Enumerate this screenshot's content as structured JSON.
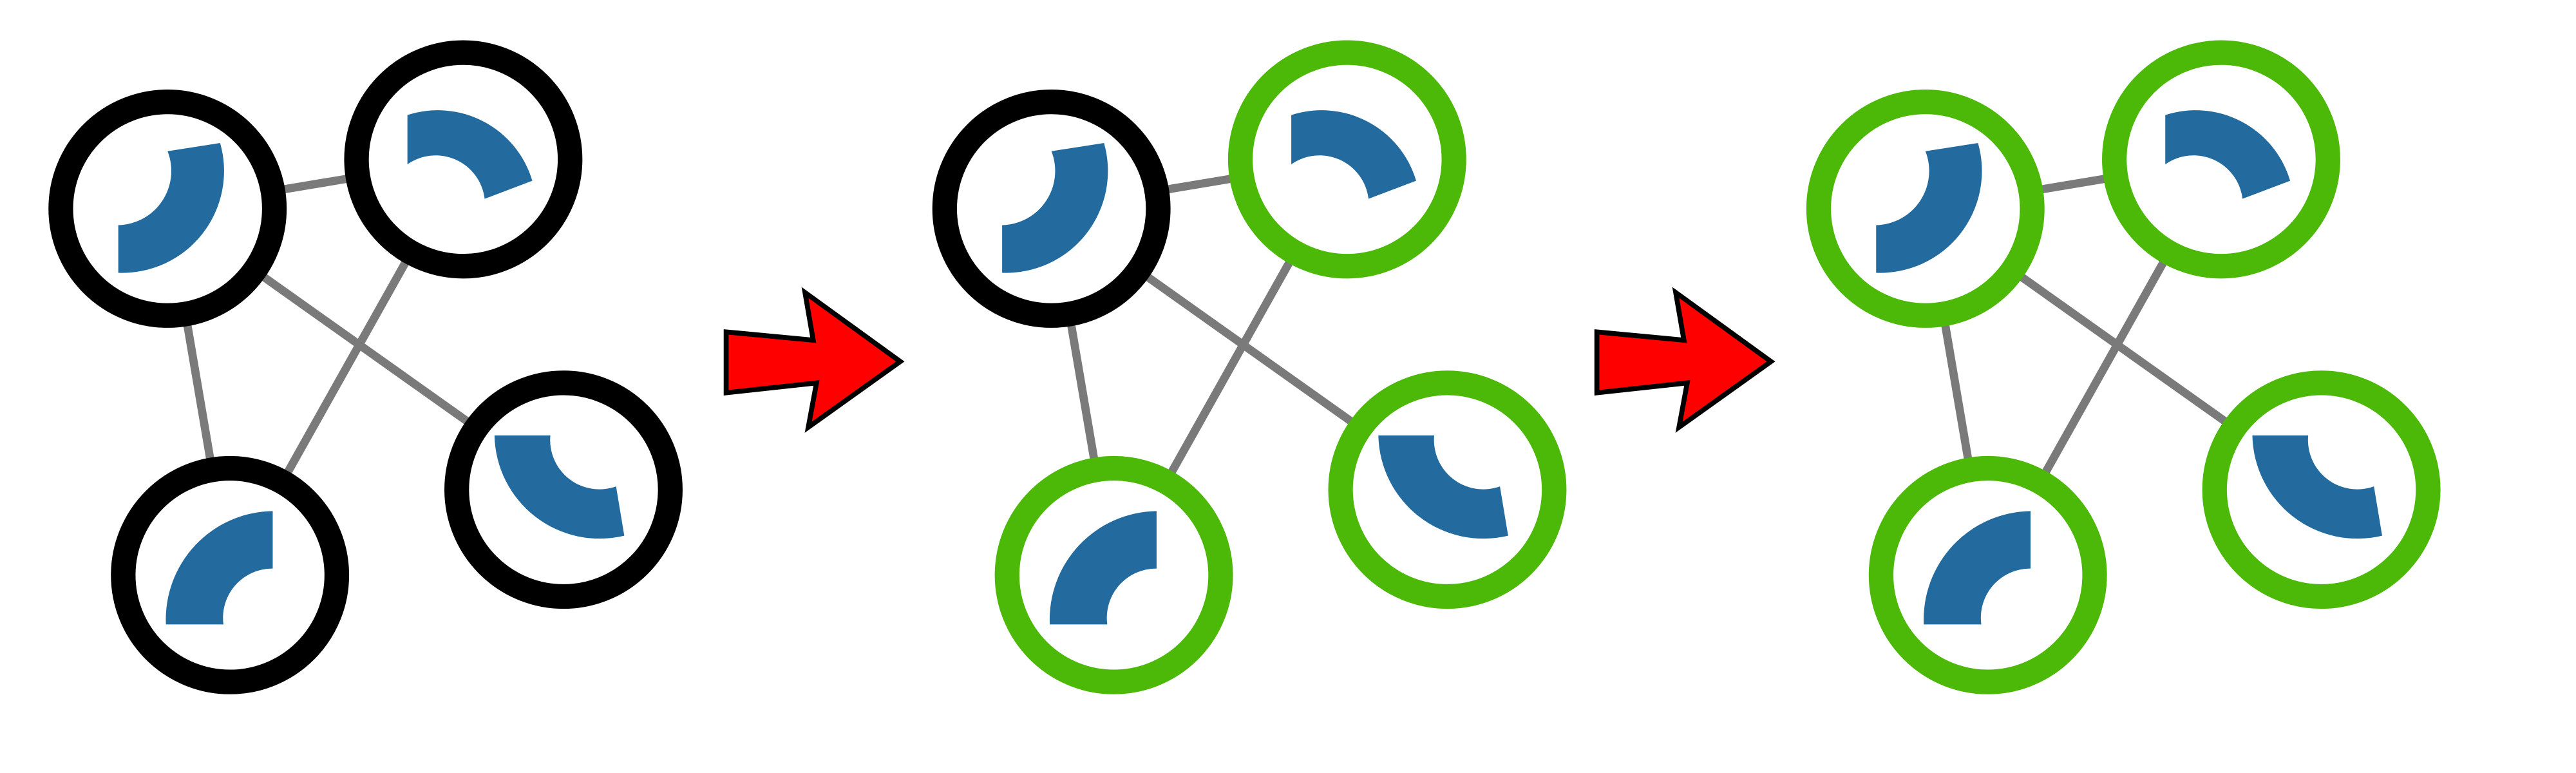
{
  "colors": {
    "background": "#ffffff",
    "edge": "#7a7a7a",
    "node_unvisited": "#000000",
    "node_visited": "#4cb808",
    "node_fill": "#ffffff",
    "wedge": "#236b9f",
    "arrow_fill": "#ff0000",
    "arrow_stroke": "#000000"
  },
  "graph": {
    "nodes": [
      {
        "id": "top-left",
        "wedge": "quarter-arc-right-bottom"
      },
      {
        "id": "top-right",
        "wedge": "arc-top"
      },
      {
        "id": "bottom-left",
        "wedge": "arc-left-top"
      },
      {
        "id": "bottom-right",
        "wedge": "arc-bottom"
      }
    ],
    "edges": [
      [
        "top-left",
        "top-right"
      ],
      [
        "top-left",
        "bottom-left"
      ],
      [
        "top-left",
        "bottom-right"
      ],
      [
        "top-right",
        "bottom-left"
      ]
    ]
  },
  "stages": [
    {
      "name": "stage-1",
      "node_states": {
        "top-left": "unvisited",
        "top-right": "unvisited",
        "bottom-left": "unvisited",
        "bottom-right": "unvisited"
      }
    },
    {
      "name": "stage-2",
      "node_states": {
        "top-left": "unvisited",
        "top-right": "visited",
        "bottom-left": "visited",
        "bottom-right": "visited"
      }
    },
    {
      "name": "stage-3",
      "node_states": {
        "top-left": "visited",
        "top-right": "visited",
        "bottom-left": "visited",
        "bottom-right": "visited"
      }
    }
  ],
  "arrows": [
    {
      "name": "transition-arrow-1-icon",
      "from": "stage-1",
      "to": "stage-2"
    },
    {
      "name": "transition-arrow-2-icon",
      "from": "stage-2",
      "to": "stage-3"
    }
  ]
}
